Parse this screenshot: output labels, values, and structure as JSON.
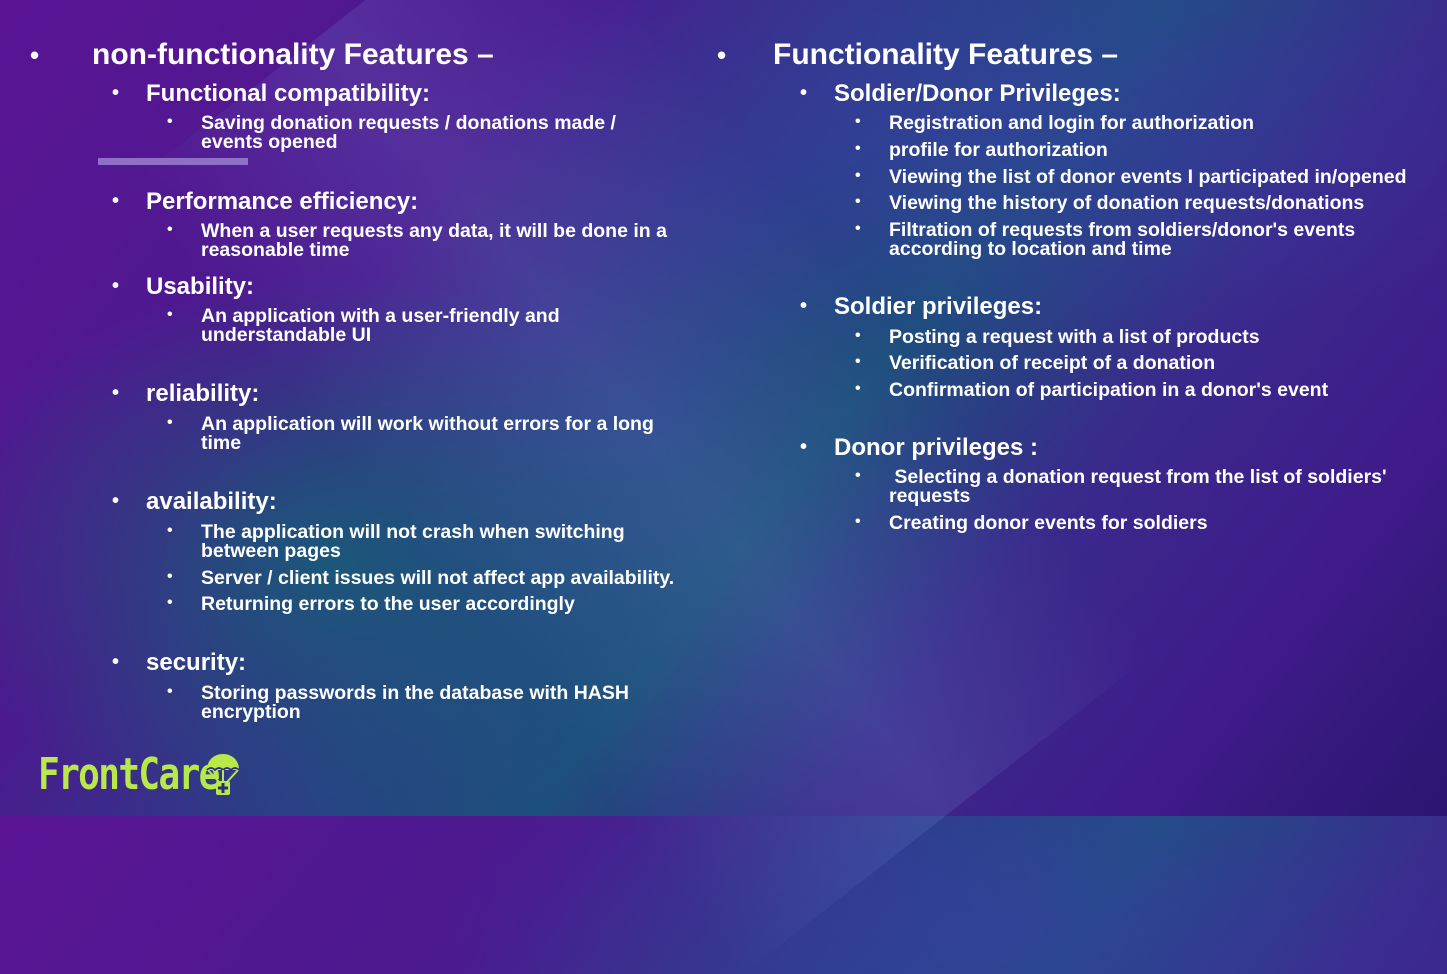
{
  "left": {
    "heading": "non-functionality Features –",
    "sections": [
      {
        "title": "Functional compatibility:",
        "items": [
          "Saving donation requests / donations made / events opened"
        ]
      },
      {
        "title": "Performance efficiency:",
        "items": [
          "When a user requests any data, it will be done in a reasonable time"
        ]
      },
      {
        "title": "Usability:",
        "items": [
          "An application with a user-friendly and understandable UI"
        ]
      },
      {
        "title": "reliability:",
        "items": [
          "An application will work without errors for a long time"
        ]
      },
      {
        "title": "availability:",
        "items": [
          "The application will not crash when switching between pages",
          "Server / client issues will not affect app availability.",
          "Returning errors to the user accordingly"
        ]
      },
      {
        "title": "security:",
        "items": [
          "Storing passwords in the database with HASH encryption"
        ]
      }
    ]
  },
  "right": {
    "heading": "Functionality Features –",
    "sections": [
      {
        "title": "Soldier/Donor Privileges:",
        "items": [
          "Registration and login for authorization",
          "profile for authorization",
          "Viewing the list of donor events I participated in/opened",
          "Viewing the history of donation requests/donations",
          "Filtration of requests from soldiers/donor's events according to location and time"
        ]
      },
      {
        "title": "Soldier privileges:",
        "items": [
          "Posting a request with a list of products",
          "Verification of receipt of a donation",
          "Confirmation of participation in a donor's event"
        ]
      },
      {
        "title": "Donor privileges :",
        "items": [
          " Selecting a donation request from the list of soldiers' requests",
          "Creating donor events for soldiers"
        ]
      }
    ]
  },
  "logo": {
    "text": "FrontCare",
    "icon": "parachute-icon",
    "color": "#b8e84a"
  },
  "colors": {
    "accent_bar": "#9a7fd0",
    "text": "#ffffff"
  }
}
